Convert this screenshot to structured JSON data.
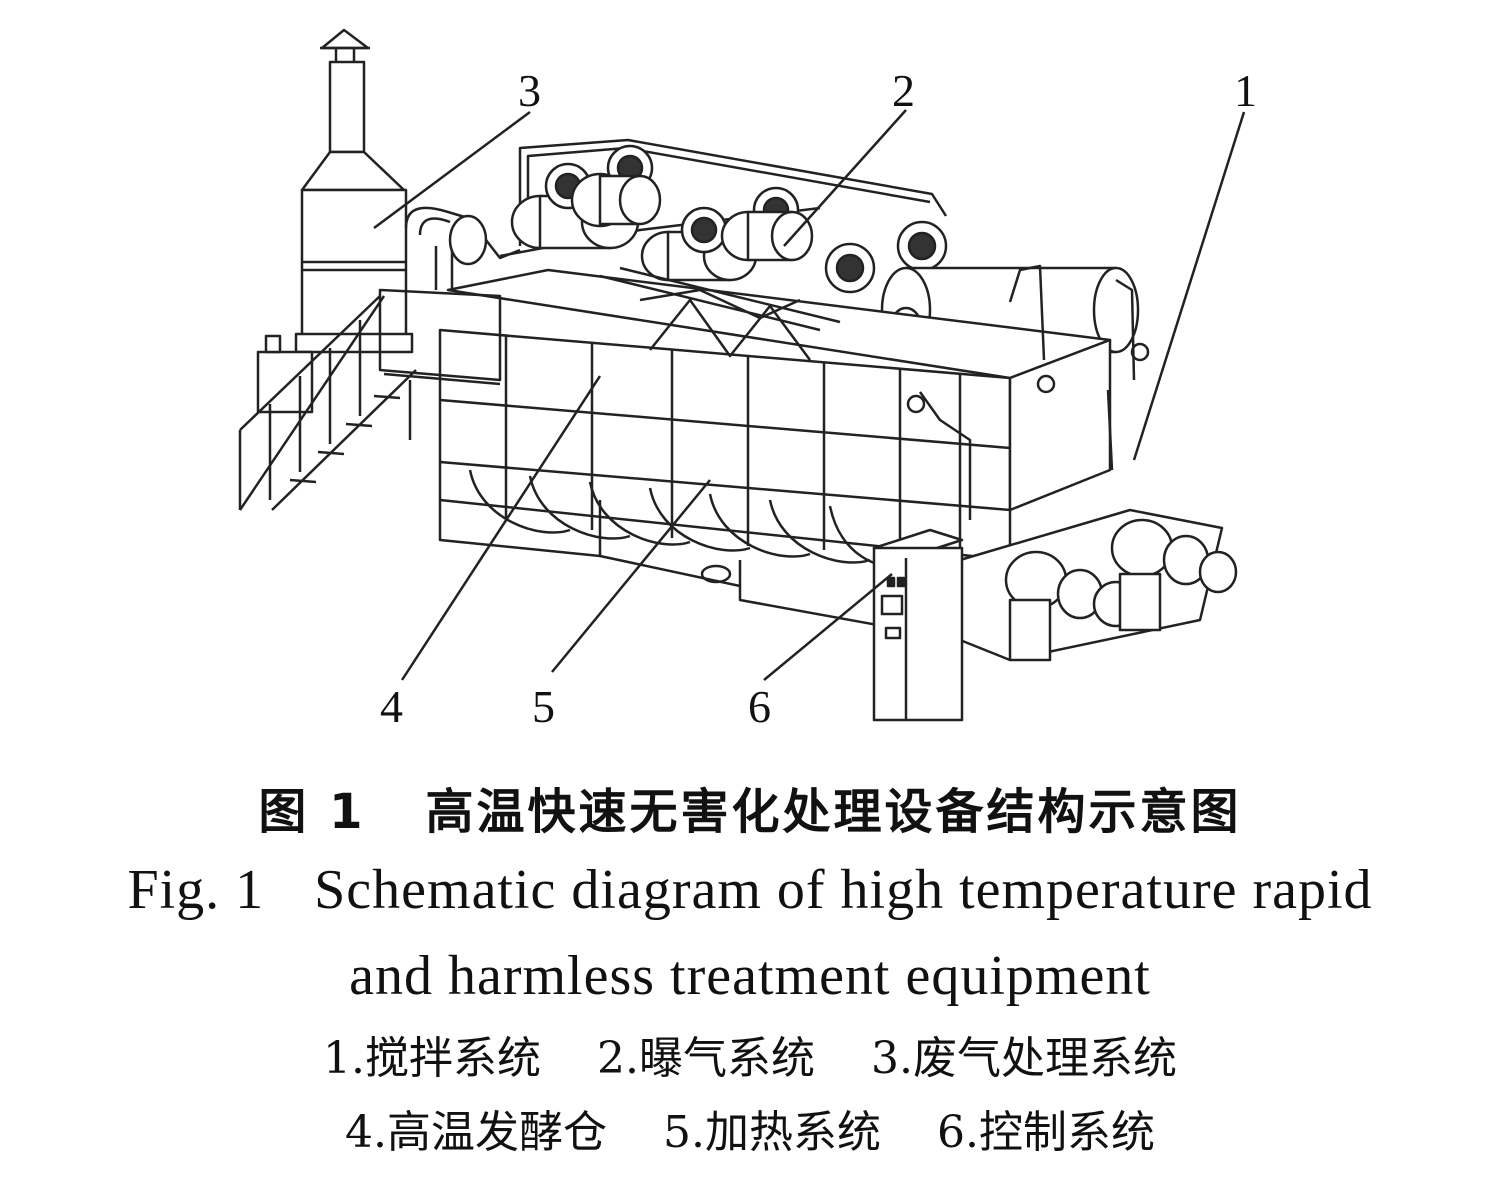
{
  "callouts": {
    "c1": "1",
    "c2": "2",
    "c3": "3",
    "c4": "4",
    "c5": "5",
    "c6": "6"
  },
  "caption_cn": {
    "figure_no": "图 1",
    "title": "高温快速无害化处理设备结构示意图"
  },
  "caption_en": {
    "figure_no": "Fig. 1",
    "line1": "Schematic diagram of high temperature rapid",
    "line2": "and harmless treatment equipment"
  },
  "legend": {
    "row1": [
      "1.搅拌系统",
      "2.曝气系统",
      "3.废气处理系统"
    ],
    "row2": [
      "4.高温发酵仓",
      "5.加热系统",
      "6.控制系统"
    ]
  }
}
